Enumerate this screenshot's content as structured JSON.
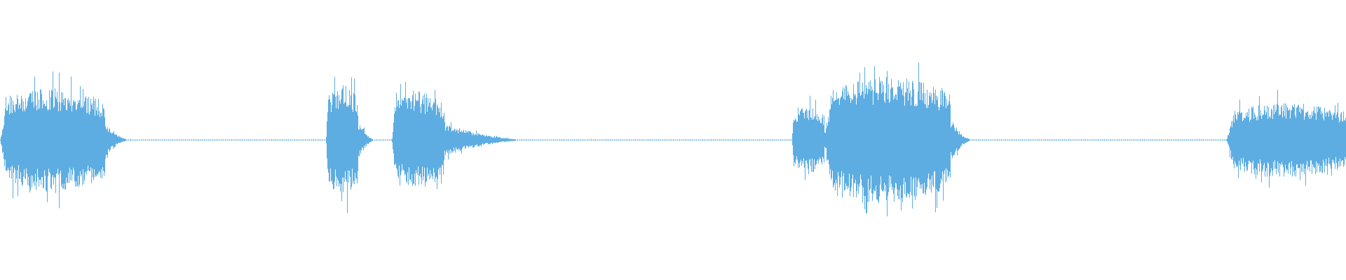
{
  "waveform": {
    "color": "#5dade2",
    "background": "#ffffff",
    "segments": [
      {
        "start": 0.0,
        "end": 0.078,
        "level": 0.78,
        "tail": 0.02
      },
      {
        "start": 0.242,
        "end": 0.266,
        "level": 0.84,
        "tail": 0.014
      },
      {
        "start": 0.291,
        "end": 0.33,
        "level": 0.72,
        "tail": 0.07
      },
      {
        "start": 0.588,
        "end": 0.612,
        "level": 0.5,
        "tail": 0.004
      },
      {
        "start": 0.612,
        "end": 0.706,
        "level": 0.96,
        "tail": 0.018
      },
      {
        "start": 0.911,
        "end": 1.0,
        "level": 0.56,
        "tail": 0.0
      }
    ],
    "silence_level": 0.015
  }
}
